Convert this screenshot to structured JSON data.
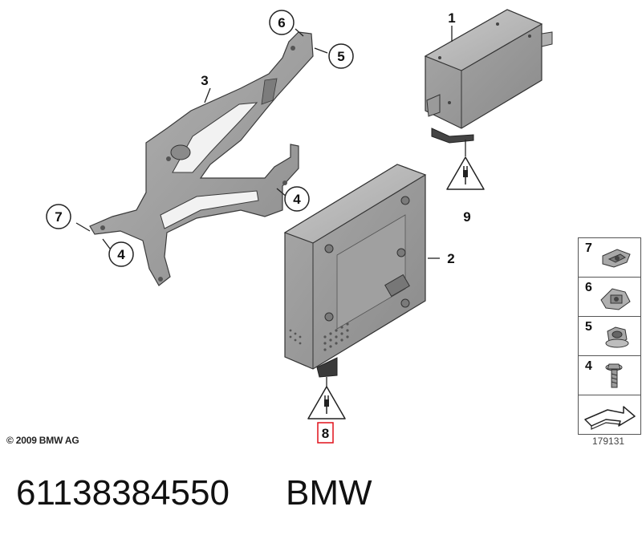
{
  "callouts": {
    "n1": "1",
    "n2": "2",
    "n3": "3",
    "n4a": "4",
    "n4b": "4",
    "n5": "5",
    "n6": "6",
    "n7": "7",
    "n8": "8",
    "n9": "9"
  },
  "legend": {
    "items": [
      {
        "num": "7",
        "icon": "clip-nut-icon"
      },
      {
        "num": "6",
        "icon": "cage-nut-icon"
      },
      {
        "num": "5",
        "icon": "hex-nut-icon"
      },
      {
        "num": "4",
        "icon": "hex-bolt-icon"
      }
    ],
    "arrow_icon": "direction-arrow-icon"
  },
  "copyright": "© 2009 BMW AG",
  "diagram_id": "179131",
  "footer": {
    "part_number": "61138384550",
    "brand": "BMW"
  },
  "colors": {
    "metal": "#9a9a9a",
    "metal_dark": "#7a7a7a",
    "metal_light": "#c4c4c4",
    "highlight_box": "#e0101a"
  }
}
